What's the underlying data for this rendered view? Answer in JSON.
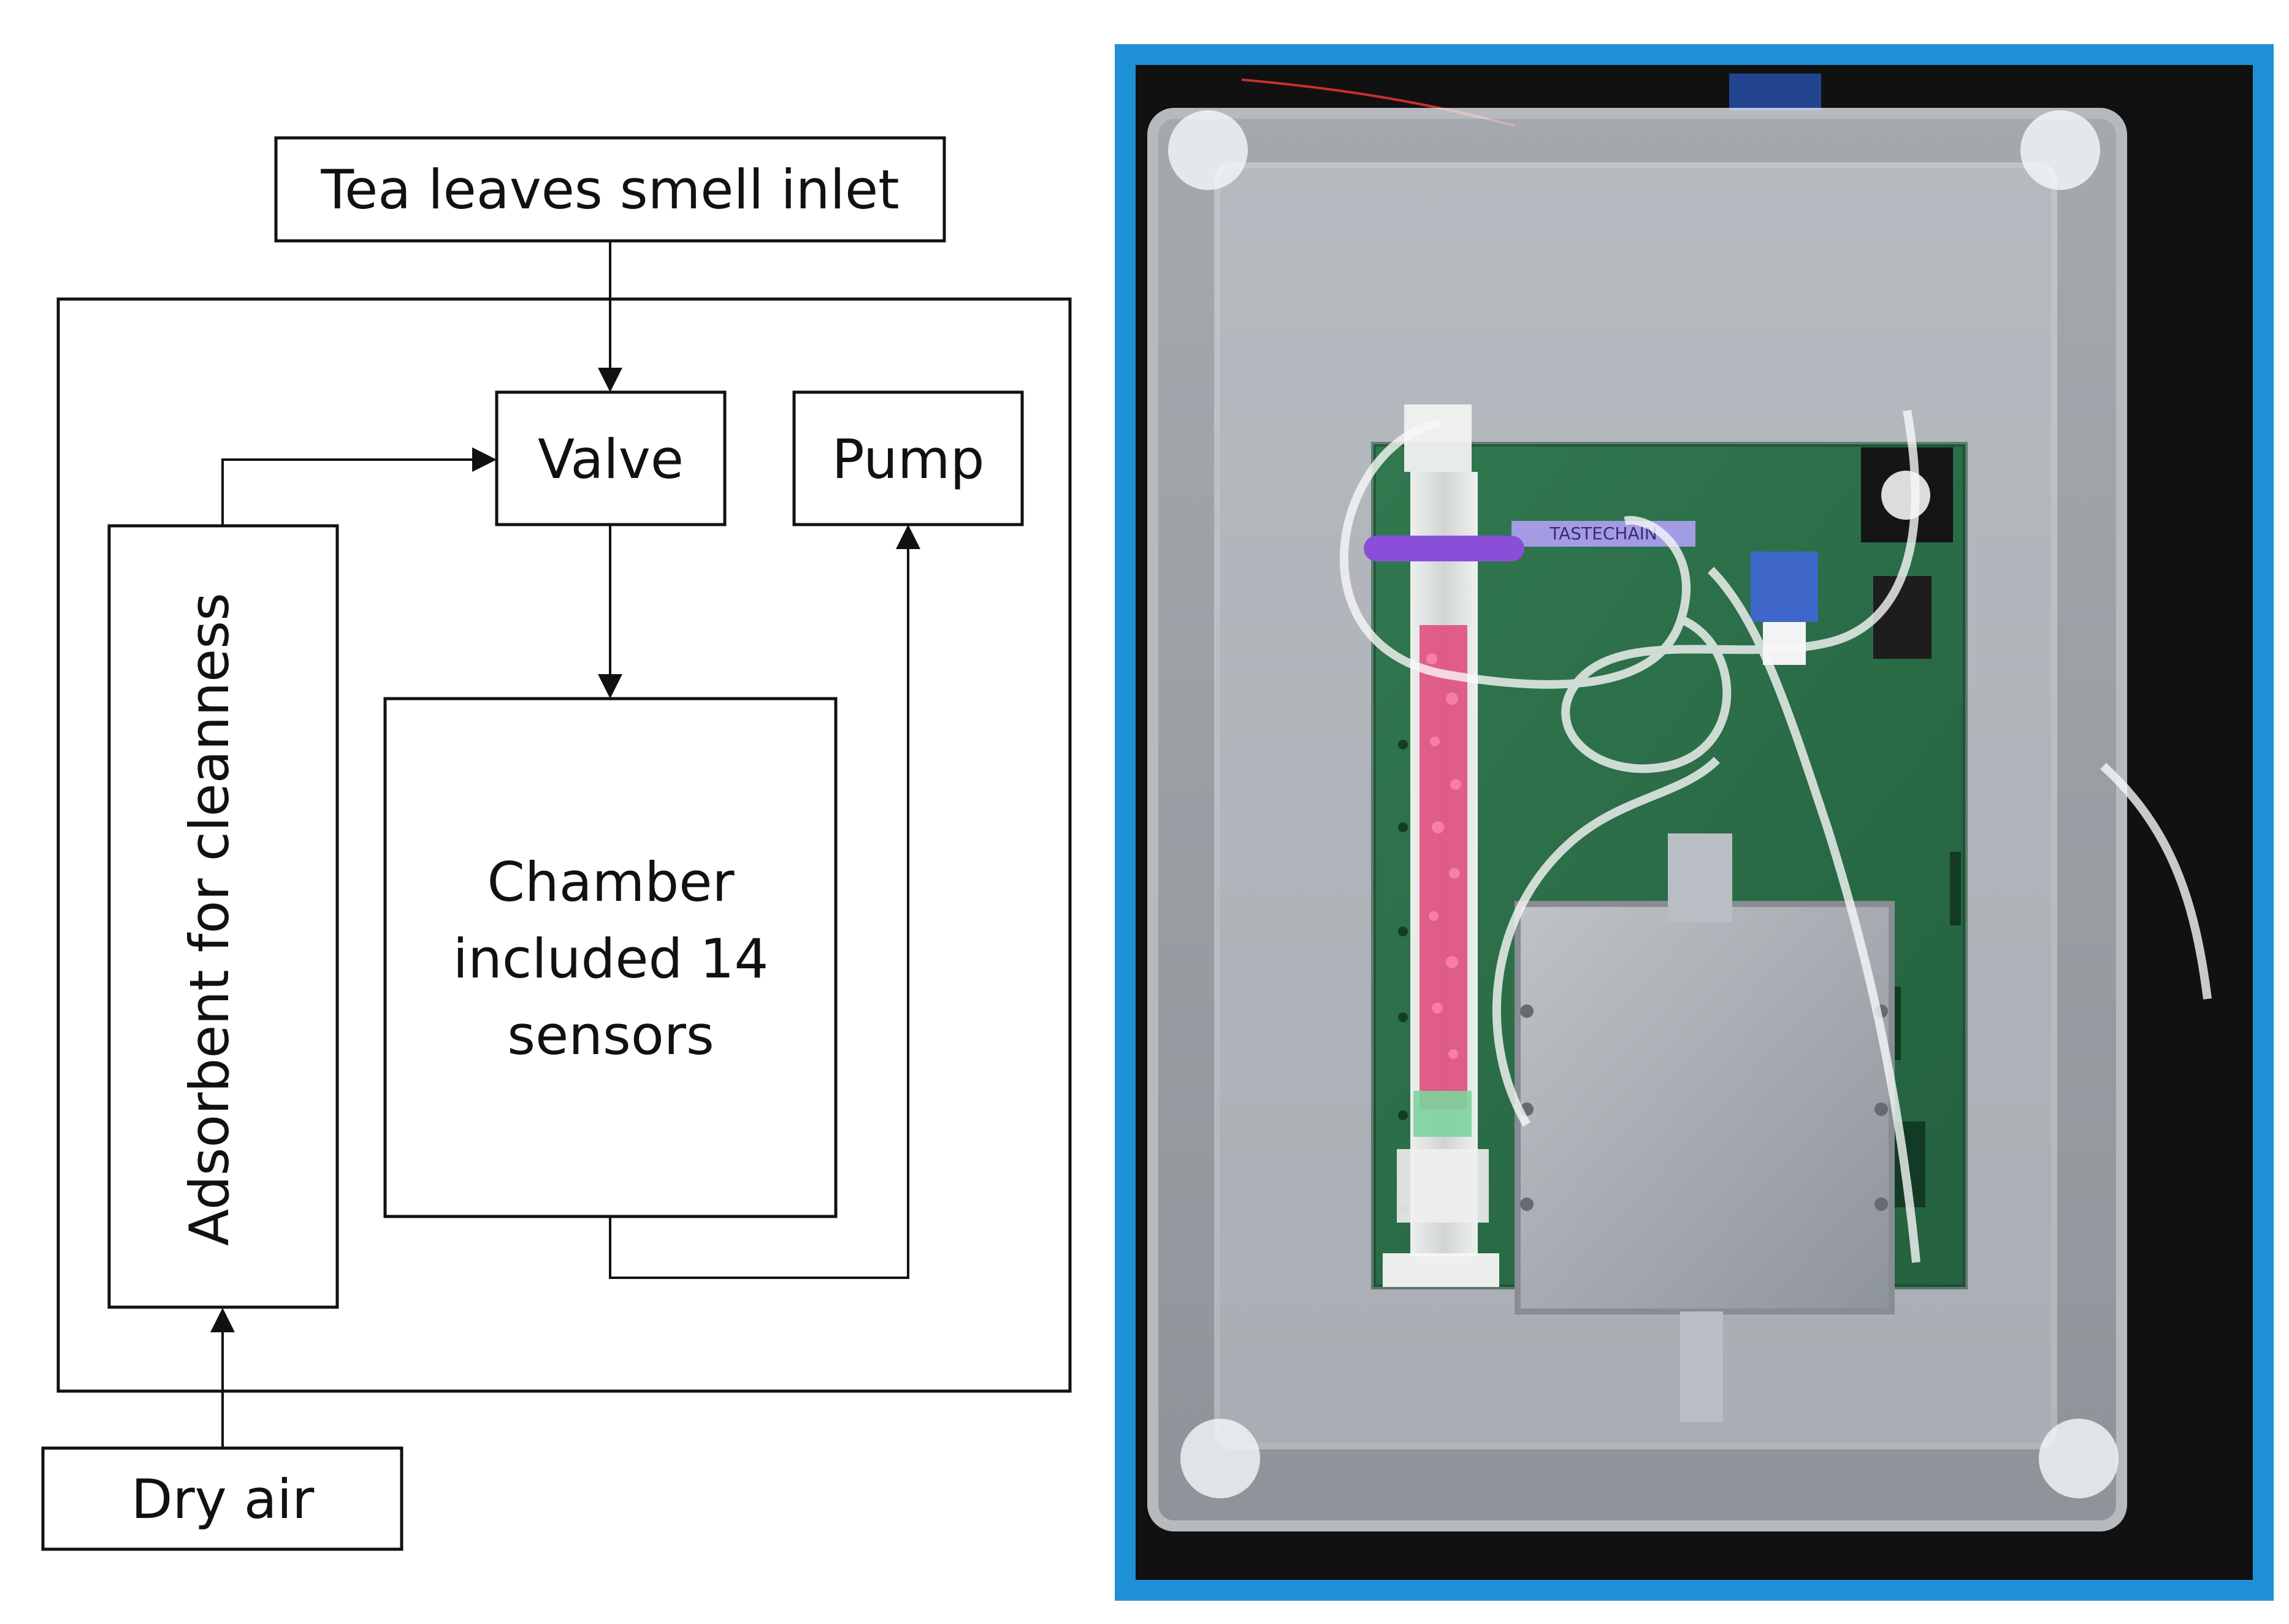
{
  "diagram": {
    "inlet_label": "Tea leaves smell inlet",
    "valve_label": "Valve",
    "pump_label": "Pump",
    "adsorbent_label": "Adsorbent for cleanness",
    "chamber_lines": [
      "Chamber",
      "included 14",
      "sensors"
    ],
    "dry_air_label": "Dry air"
  },
  "photo": {
    "board_label": "TASTECHAIN"
  },
  "colors": {
    "photo_frame": "#1e90d6",
    "pcb_green": "#1f6b3a",
    "pink_adsorbent": "#e04f7d",
    "purple_clip": "#8a4fd8"
  }
}
